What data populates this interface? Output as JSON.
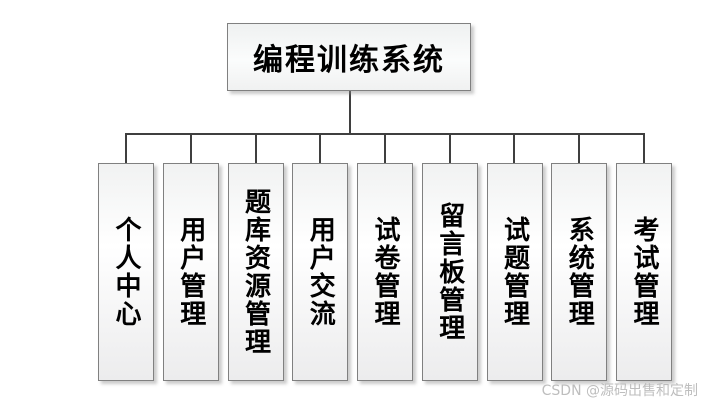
{
  "diagram": {
    "root": {
      "label": "编程训练系统"
    },
    "children": [
      {
        "label": "个人中心"
      },
      {
        "label": "用户管理"
      },
      {
        "label": "题库资源管理"
      },
      {
        "label": "用户交流"
      },
      {
        "label": "试卷管理"
      },
      {
        "label": "留言板管理"
      },
      {
        "label": "试题管理"
      },
      {
        "label": "系统管理"
      },
      {
        "label": "考试管理"
      }
    ]
  },
  "watermark": {
    "text": "CSDN @源码出售和定制"
  },
  "colors": {
    "box-border": "#808080",
    "connector": "#3f3f3f",
    "text": "#000000",
    "watermark": "#b7b7b7"
  }
}
